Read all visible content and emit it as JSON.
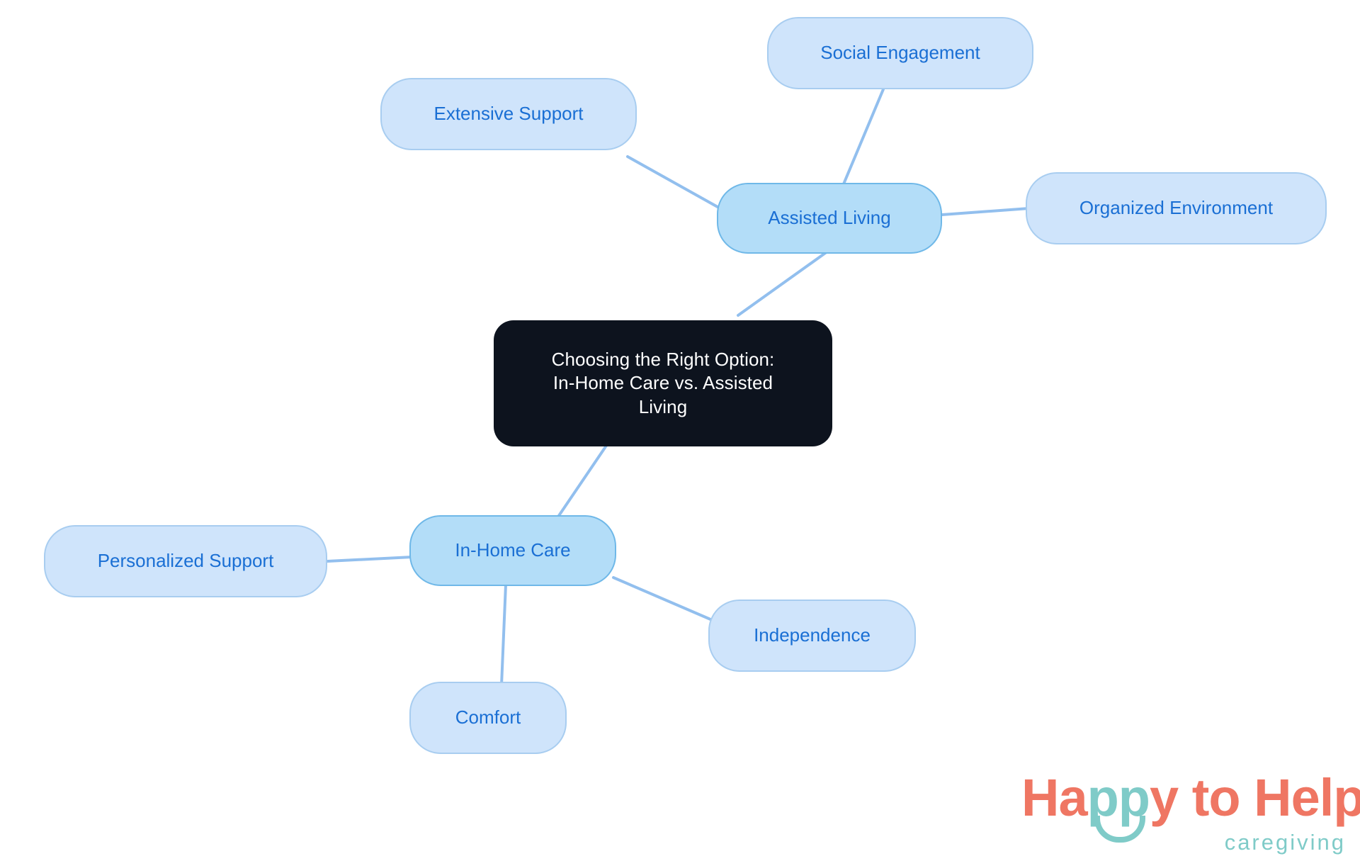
{
  "diagram": {
    "type": "mind-map",
    "background": "#ffffff",
    "colors": {
      "root_fill": "#0d131e",
      "root_text": "#ffffff",
      "branch_fill": "#b3ddf8",
      "branch_border": "#6fb8e8",
      "leaf_fill": "#cfe4fb",
      "leaf_border": "#a8cdf0",
      "node_text": "#1a6fd4",
      "edge": "#92bfee"
    },
    "root": {
      "label": "Choosing the Right Option:\nIn-Home Care vs. Assisted\nLiving"
    },
    "branches": [
      {
        "label": "Assisted Living",
        "children": [
          {
            "label": "Extensive Support"
          },
          {
            "label": "Social Engagement"
          },
          {
            "label": "Organized Environment"
          }
        ]
      },
      {
        "label": "In-Home Care",
        "children": [
          {
            "label": "Personalized Support"
          },
          {
            "label": "Independence"
          },
          {
            "label": "Comfort"
          }
        ]
      }
    ]
  },
  "logo": {
    "part1": "Ha",
    "part2": "pp",
    "part3": "y to Help",
    "subtitle": "caregiving"
  }
}
